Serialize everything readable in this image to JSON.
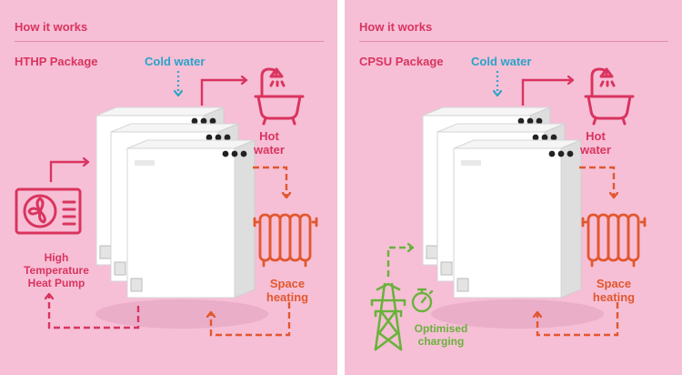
{
  "left": {
    "header": "How it works",
    "package": "HTHP Package",
    "cold_water": "Cold water",
    "hot_water": [
      "Hot",
      "water"
    ],
    "space_heating": [
      "Space",
      "heating"
    ],
    "heat_pump": [
      "High",
      "Temperature",
      "Heat Pump"
    ]
  },
  "right": {
    "header": "How it works",
    "package": "CPSU Package",
    "cold_water": "Cold water",
    "hot_water": [
      "Hot",
      "water"
    ],
    "space_heating": [
      "Space",
      "heating"
    ],
    "optimised": [
      "Optimised",
      "charging"
    ]
  },
  "colors": {
    "background": "#f6bfd6",
    "heading": "#d9345f",
    "cold": "#2aa3c8",
    "hot": "#d9345f",
    "heating": "#e2572e",
    "charging": "#6ab23c"
  },
  "icons": [
    "bathtub-shower-icon",
    "radiator-icon",
    "heat-pump-fan-icon",
    "pylon-icon",
    "stopwatch-icon",
    "boiler-unit-image"
  ]
}
